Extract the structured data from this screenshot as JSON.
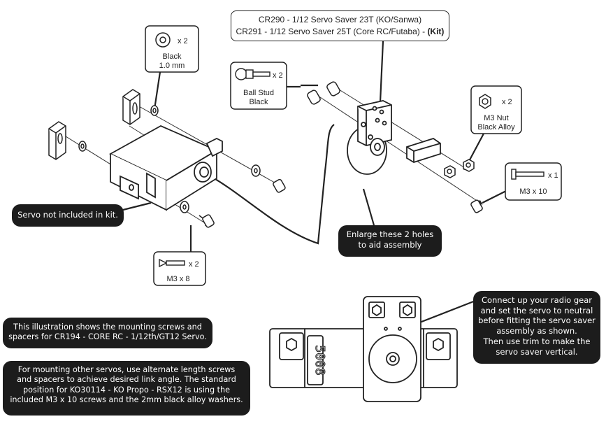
{
  "title_box": {
    "line1": "CR290 - 1/12 Servo Saver 23T (KO/Sanwa)",
    "line2_main": "CR291 - 1/12 Servo Saver 25T (Core RC/Futaba) - ",
    "line2_kit": "(Kit)"
  },
  "parts": {
    "washer_black": {
      "qty": "x 2",
      "name_line1": "Black",
      "name_line2": "1.0 mm",
      "icon": "washer-icon"
    },
    "ball_stud": {
      "qty": "x 2",
      "name_line1": "Ball Stud",
      "name_line2": "Black",
      "icon": "ball-stud-icon"
    },
    "m3_nut": {
      "qty": "x 2",
      "name_line1": "M3 Nut",
      "name_line2": "Black Alloy",
      "icon": "nut-icon"
    },
    "m3x10": {
      "qty": "x 1",
      "name_line1": "M3 x 10",
      "icon": "screw-icon"
    },
    "m3x8": {
      "qty": "x 2",
      "name_line1": "M3 x 8",
      "icon": "screw-icon"
    }
  },
  "callouts": {
    "servo_not_included": "Servo not included in kit.",
    "enlarge_holes_line1": "Enlarge these 2 holes",
    "enlarge_holes_line2": "to aid assembly",
    "connect_radio": [
      "Connect up your radio gear",
      "and set the servo to neutral",
      "before fitting the servo saver",
      "assembly as shown.",
      "Then use trim to make the",
      "servo saver vertical."
    ],
    "illustration_note": [
      "This illustration shows the mounting screws and",
      "spacers for CR194 - CORE RC - 1/12th/GT12 Servo."
    ],
    "other_servos_note": [
      "For mounting other servos, use alternate length screws",
      "and spacers to achieve desired link angle.  The standard",
      "position for KO30114 - KO Propo - RSX12 is using the",
      "included M3 x 10 screws and the 2mm black alloy washers."
    ]
  },
  "servo_label": "5008",
  "colors": {
    "callout_bg": "#1c1c1c",
    "callout_text": "#ffffff",
    "line": "#222222"
  }
}
